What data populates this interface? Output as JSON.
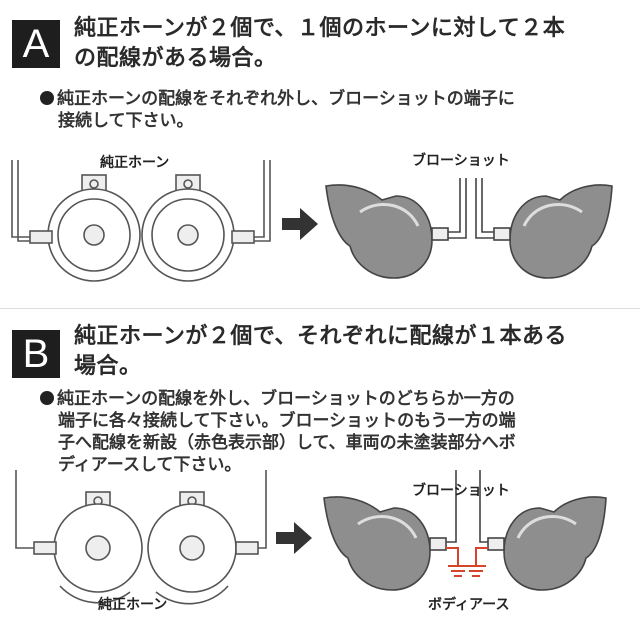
{
  "section_a": {
    "badge": "A",
    "heading_line1": "純正ホーンが２個で、１個のホーンに対して２本",
    "heading_line2": "の配線がある場合。",
    "instruction_line1": "純正ホーンの配線をそれぞれ外し、ブローショットの端子に",
    "instruction_line2": "接続して下さい。",
    "label_stock": "純正ホーン",
    "label_product": "ブローショット"
  },
  "section_b": {
    "badge": "B",
    "heading_line1": "純正ホーンが２個で、それぞれに配線が１本ある",
    "heading_line2": "場合。",
    "instruction_line1": "純正ホーンの配線を外し、ブローショットのどちらか一方の",
    "instruction_line2": "端子に各々接続して下さい。ブローショットのもう一方の端",
    "instruction_line3": "子へ配線を新設（赤色表示部）して、車両の未塗装部分へボ",
    "instruction_line4": "ディアースして下さい。",
    "label_stock": "純正ホーン",
    "label_product": "ブローショット",
    "label_ground": "ボディアース"
  },
  "colors": {
    "badge_bg": "#1e1e1e",
    "horn_gray": "#8e8e8e",
    "ground_red": "#d6452b",
    "arrow": "#333333"
  }
}
